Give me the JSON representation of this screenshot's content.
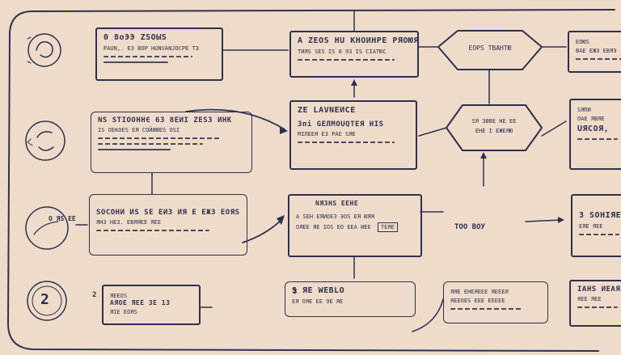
{
  "colors": {
    "background": "#eedbc9",
    "ink": "#2d3150"
  },
  "icons": [
    "spiral-icon",
    "face-icon",
    "arrow-icon",
    "number-circle-icon"
  ],
  "row1": {
    "left_box": {
      "title": "0 8оЭЭ ZSOЫЅ",
      "line1": "PAUN,. ЕЗ ВОР НUNVANJОСРЕ ТЗ"
    },
    "center_box": {
      "title": "A ZEOS HU КНОИНРЕ РЯОЮЯ",
      "line1": "ТИЯЅ ЅЕЅ ІЅ 0 93 ІS СIАТЮС"
    },
    "hexagon": {
      "label": "ЕОРЅ ТВАНТЮ"
    },
    "right_box": {
      "title": "ЕОЮЅ",
      "line1": "ВАЕ ЕЖЭ ЕВЯЭ"
    }
  },
  "row2": {
    "left_box": {
      "title": "NS STIOОННЄ 6З 8ЕИІ ZЕSЗ ИНК",
      "line1": "ІЅ ОЕКОЕЅ ЕЯ СОЙИЮЕЅ ОЅІ"
    },
    "center_box": {
      "title": "ZЕ LAVNЕИСЕ",
      "line1": "Зпі GEЛМОUQТЕЯ НІЅ",
      "line2": "МІЛЕЕЯ ЕЗ РАЕ ЅЯЕ"
    },
    "hexagon": {
      "line1": "ЅЯ ЗВВЕ НЕ ЕЕ",
      "line2": "ЕНЕ І ЕЖЕЯЮ"
    },
    "right_box": {
      "title": "ЅЯПИ",
      "line1": "ОАЕ ЯВЯЕ",
      "line2": "UЯСОЯ,"
    }
  },
  "row3": {
    "icon_label": "О ЯЅ ЕЕ",
    "left_box": {
      "title": "ЅОСОНИ ИЅ ЅЕ ЕИЗ ИЯ Е ЕЖЗ ЕОЯЅ",
      "line1": "ЯНЗ НЕЗ. ЕВЯЯЕЕ ЯЕЕ"
    },
    "center_box": {
      "title": "NЯЗНЅ ЕЕНЕ",
      "line1": "A ЅЕН ЕЯИОЕЗ ЭОЅ ЕЯ ЮЯЯ",
      "line2": "ОЯЕЕ ЯЕ ІОЅ ЕО ЕЕА ИЕЕ",
      "badge": "ТЕЯЕ"
    },
    "mid_label": "ТОО ВОУ",
    "right_box": {
      "title": "3 ЅОНІЯЕЅ",
      "line1": "ЕЯЕ ЯЕЕ"
    }
  },
  "row4": {
    "icon_label": "2",
    "left_box": {
      "number": "2",
      "title": "ЯЕЕОЅ",
      "line1": "АЯОЕ ЯЕЕ ЗЕ 13",
      "line2": "ЯІЕ ЕОЯЅ"
    },
    "center_box": {
      "number": "3",
      "title": "Ѕ ЯЕ WЕВLО",
      "line1": "ЕЯ ОЯЕ ЕЕ 9Е ЯЕ"
    },
    "right_box": {
      "title": "ЯЯЕ ЕНЕЯЕЕЕ ЯЕЕЕЯ",
      "line1": "ЯЕЕОЕЅ ЕЕЕ ЕЕЕЕЕ"
    },
    "far_right_box": {
      "title": "ІАНЅ ИЕАЯ",
      "line1": "ЯЕЕ ЯЕЕ"
    }
  }
}
